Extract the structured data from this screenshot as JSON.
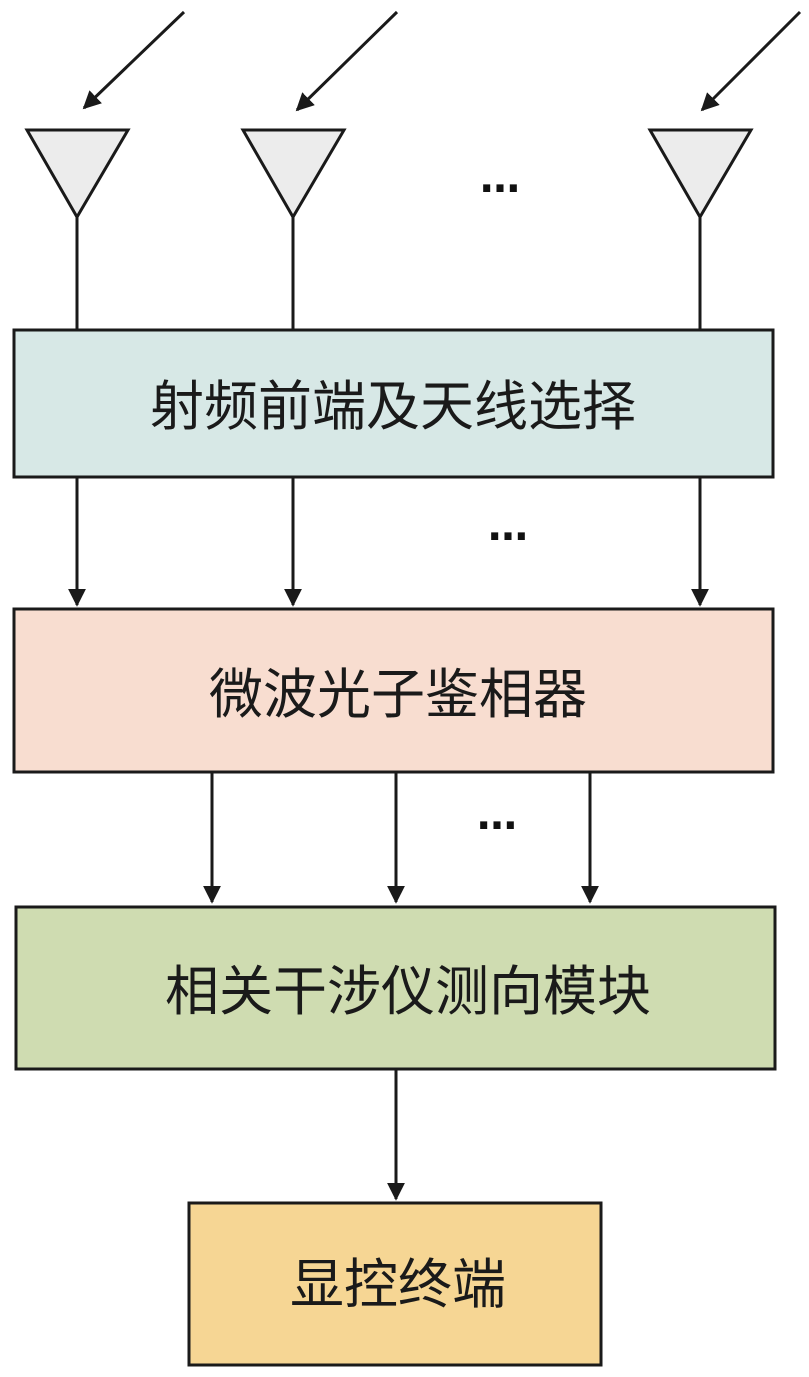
{
  "colors": {
    "rf_block_fill": "#d7e8e6",
    "phase_block_fill": "#f8ddd0",
    "interferometer_block_fill": "#cfdcb1",
    "terminal_block_fill": "#f6d694",
    "antenna_fill": "#ececec",
    "line": "#1a1a1a"
  },
  "antennas": [
    {
      "icon": "antenna-icon"
    },
    {
      "icon": "antenna-icon"
    },
    {
      "icon": "antenna-icon"
    }
  ],
  "ellipsis": "…",
  "blocks": {
    "rf_frontend": {
      "label": "射频前端及天线选择"
    },
    "phase_discriminator": {
      "label": "微波光子鉴相器"
    },
    "interferometer": {
      "label": "相关干涉仪测向模块"
    },
    "display_terminal": {
      "label": "显控终端"
    }
  }
}
